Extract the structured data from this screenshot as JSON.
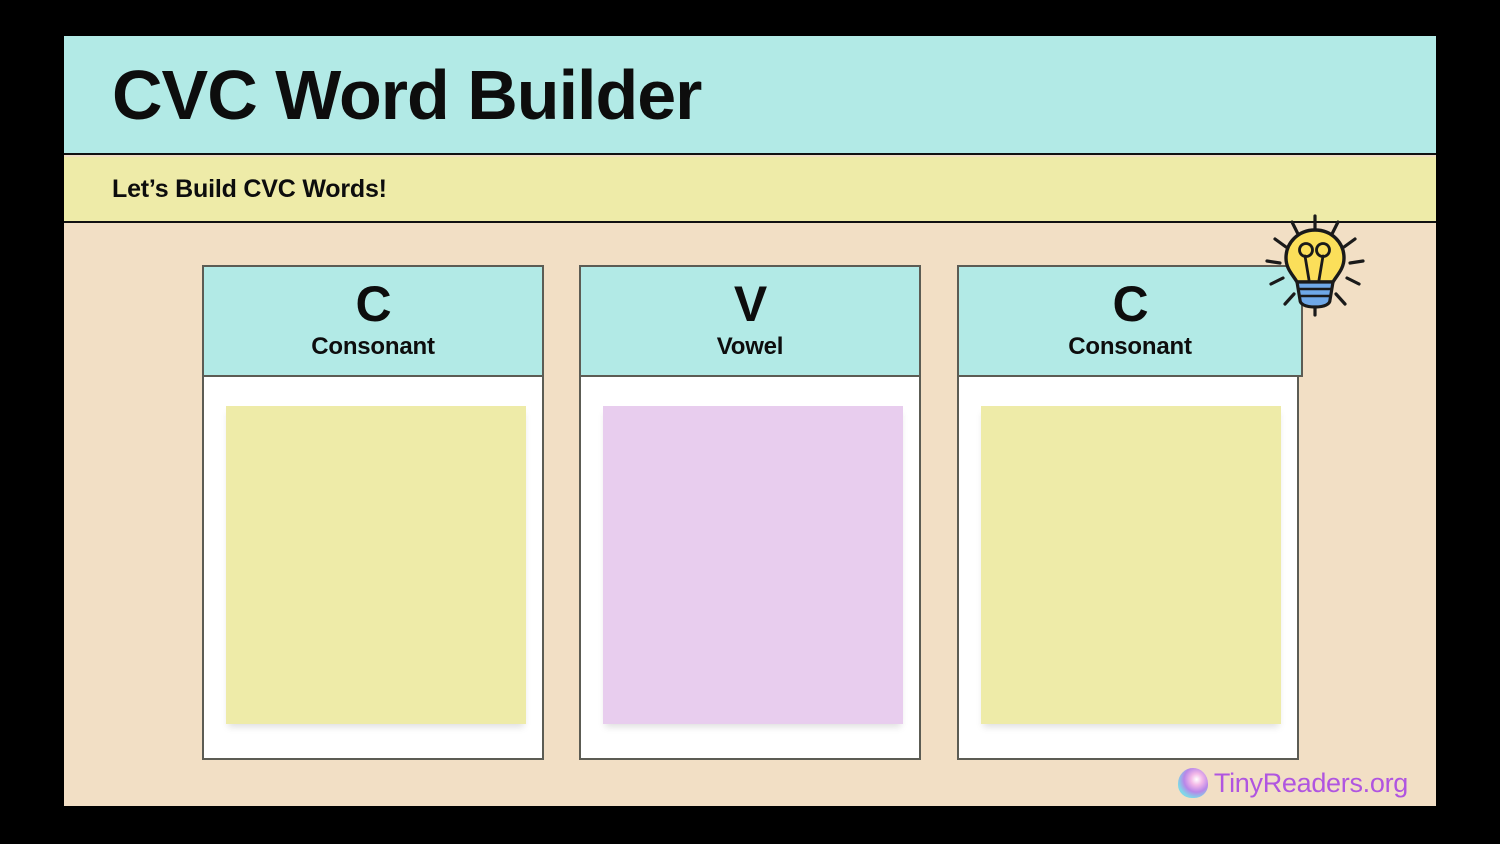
{
  "slide": {
    "title": "CVC Word Builder",
    "subtitle": "Let’s Build CVC Words!",
    "background_color": "#f2dfc5",
    "title_band_color": "#b2eae6",
    "subtitle_band_color": "#eeeba8"
  },
  "columns": [
    {
      "letter": "C",
      "label": "Consonant",
      "note_value": "",
      "note_color": "#eeeba8",
      "header_color": "#b2eae6"
    },
    {
      "letter": "V",
      "label": "Vowel",
      "note_value": "",
      "note_color": "#e8cdee",
      "header_color": "#b2eae6"
    },
    {
      "letter": "C",
      "label": "Consonant",
      "note_value": "",
      "note_color": "#eeeba8",
      "header_color": "#b2eae6"
    }
  ],
  "decoration": {
    "lightbulb_icon": "lightbulb-icon"
  },
  "logo": {
    "text": "TinyReaders.org",
    "mark_icon": "brain-gradient-icon",
    "text_color": "#b055e0"
  }
}
